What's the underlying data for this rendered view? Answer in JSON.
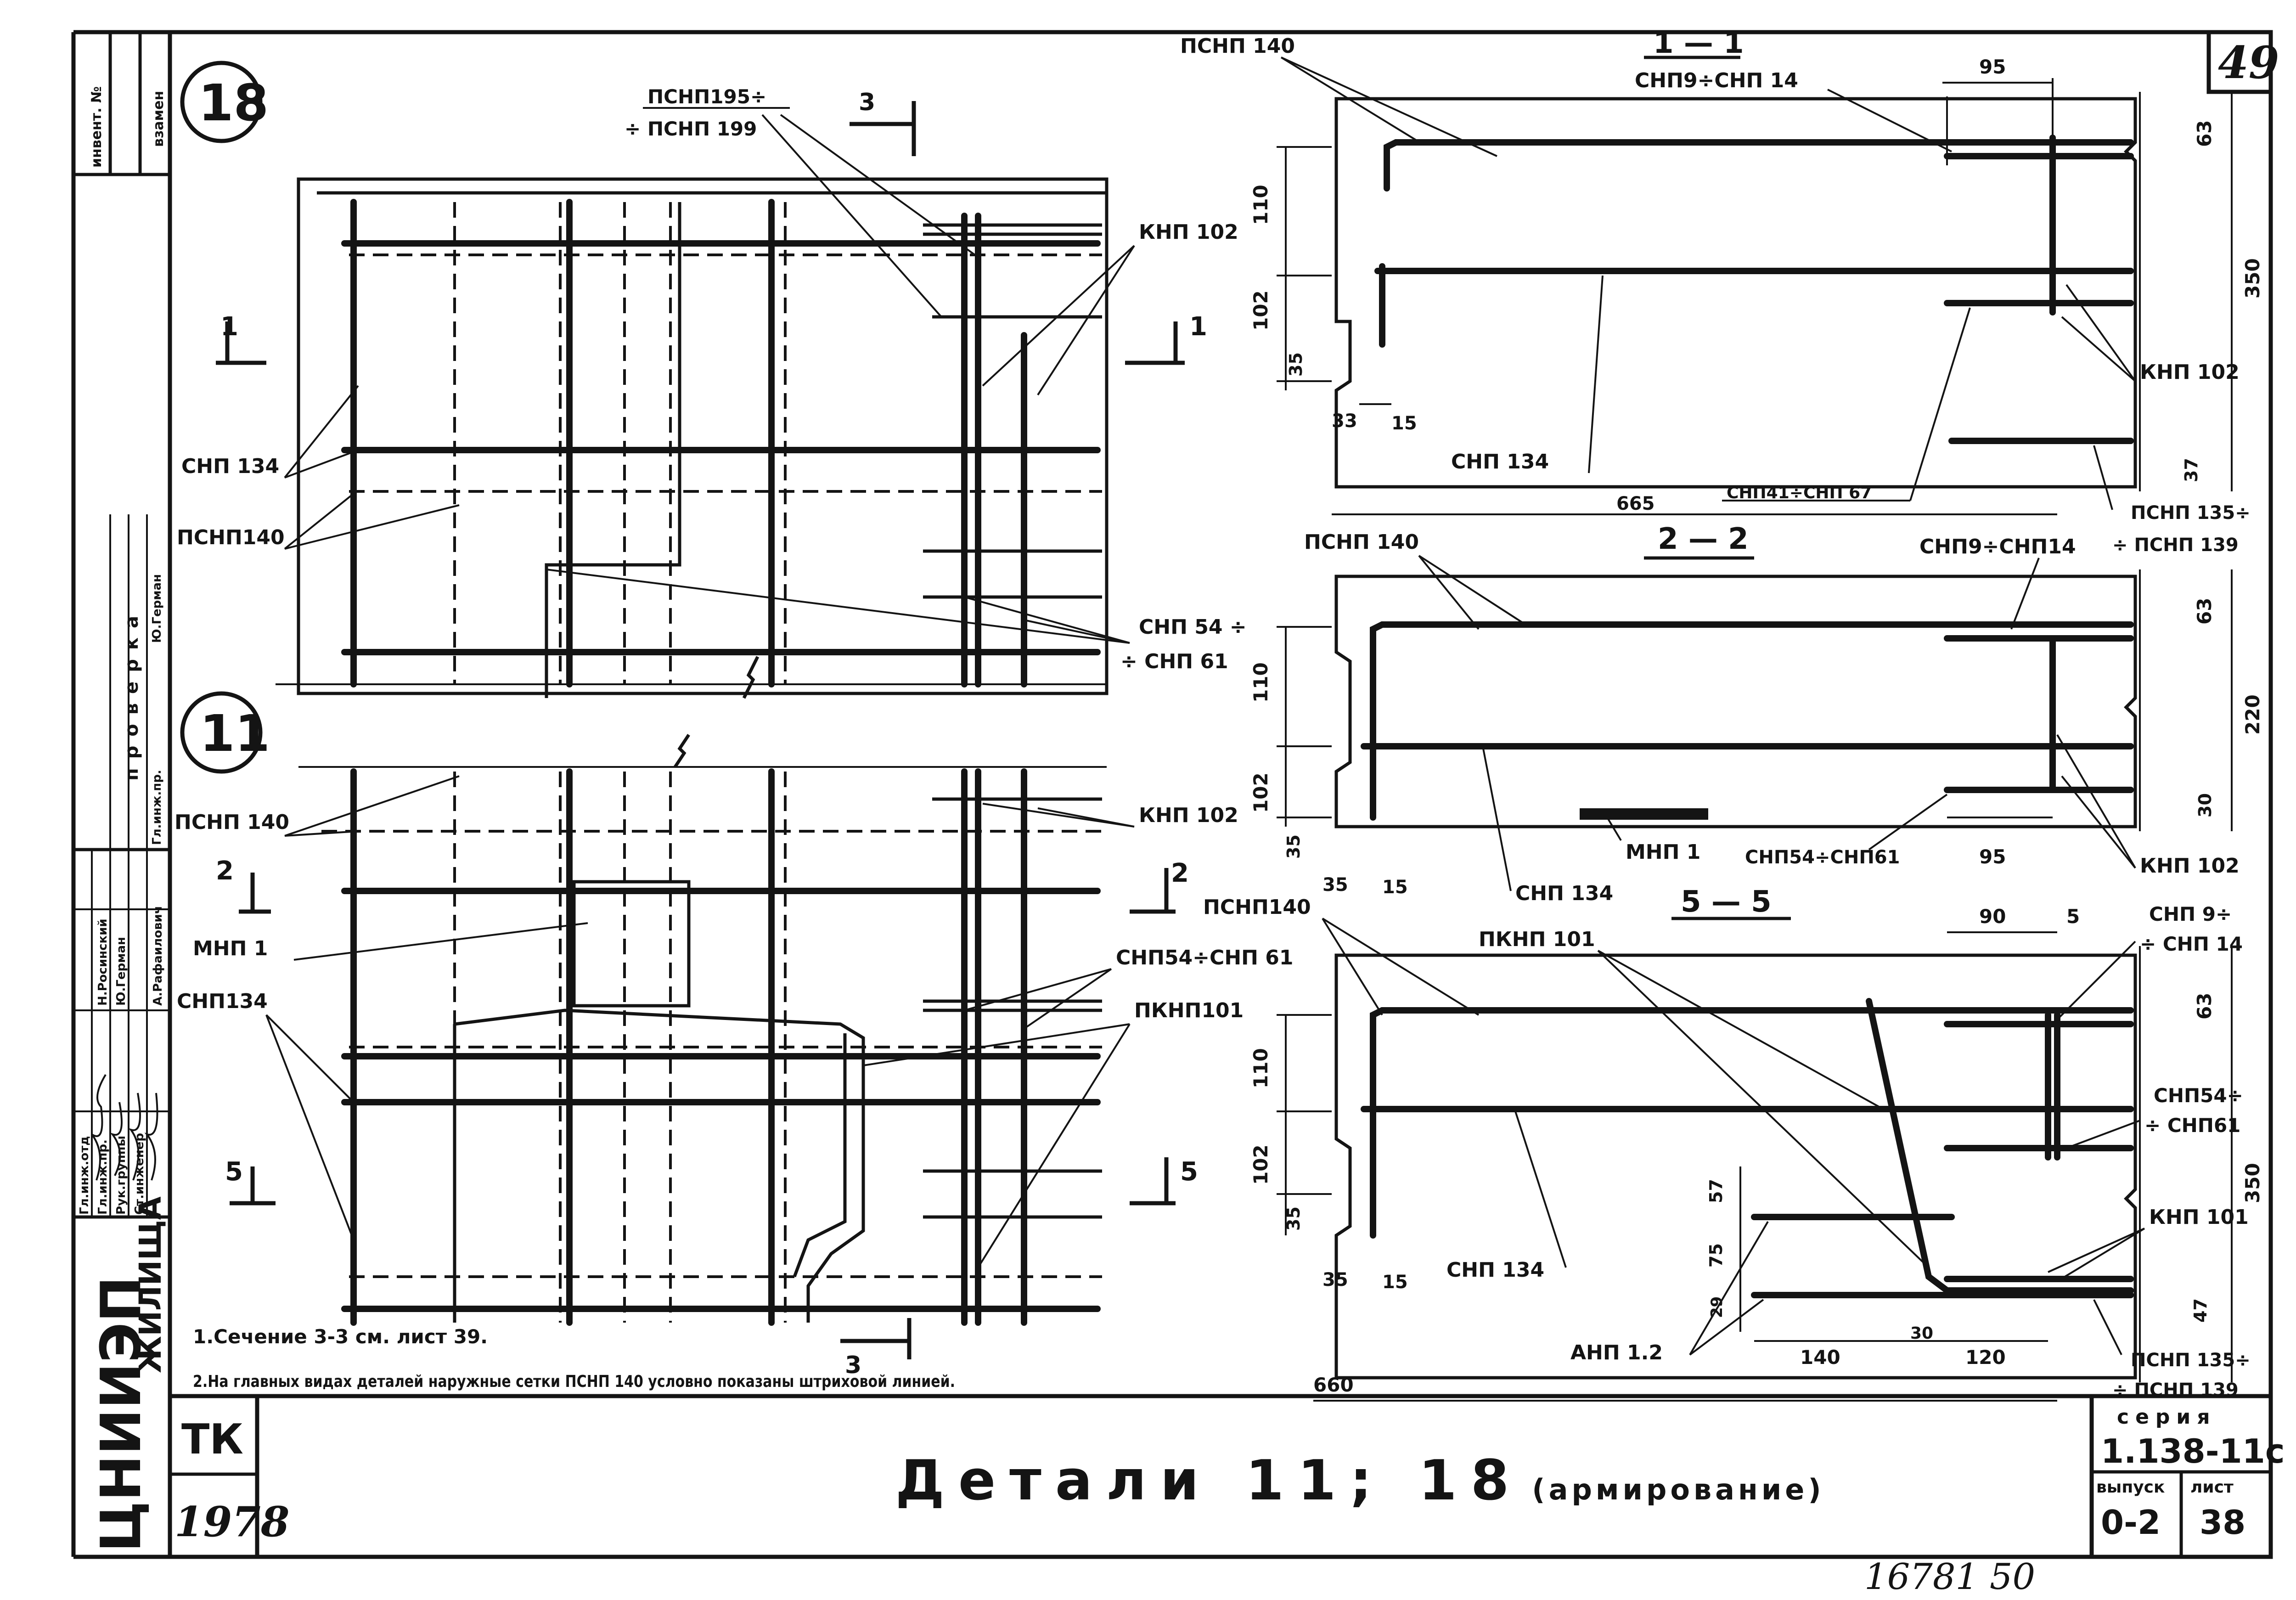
{
  "sheet_number": "49",
  "sheet_footer": "16781  50",
  "title_block": {
    "org": "ЦНИИЭП",
    "org_sub": "ЖИЛИЩА",
    "code": "ТК",
    "year": "1978",
    "title_main": "Детали 11; 18",
    "title_sub": "(армирование)",
    "series_label": "серия",
    "series_value": "1.138-11с",
    "issue_label": "выпуск",
    "issue_value": "0-2",
    "list_label": "лист",
    "list_value": "38"
  },
  "side_stamp": {
    "col_inv": "инвент. №",
    "col_vzamen": "взамен",
    "check_header": "проверка",
    "roles": [
      "Гл.инж.отд",
      "Гл.инж.пр.",
      "Рук.группы",
      "Ст.инженер"
    ],
    "names": [
      "Н.Росинский",
      "Ю.Герман",
      "",
      "А.Рафаилович"
    ],
    "check_roles": [
      "Гл.инж.пр."
    ],
    "check_names": [
      "Ю.Герман"
    ]
  },
  "details": {
    "d18": "18",
    "d11": "11"
  },
  "notes": [
    "1.Сечение 3-3 см. лист 39.",
    "2.На главных видах деталей наружные сетки ПСНП 140 условно показаны штриховой линией."
  ],
  "labels_left": {
    "psnp195": "ПСНП195÷",
    "psnp199": "÷ ПСНП 199",
    "sec3_top": "3",
    "sec3_bot": "3",
    "knp102_a": "КНП 102",
    "sec1_a": "1",
    "sec1_b": "1",
    "snp134_a": "СНП 134",
    "psnp140_a": "ПСНП140",
    "snp54_a": "СНП 54 ÷",
    "snp61_a": "÷ СНП 61",
    "psnp140_b": "ПСНП 140",
    "knp102_b": "КНП 102",
    "sec2_a": "2",
    "sec2_b": "2",
    "mnp1_a": "МНП 1",
    "snp54_b": "СНП54÷СНП 61",
    "snp134_b": "СНП134",
    "pknp101_a": "ПКНП101",
    "sec5_a": "5",
    "sec5_b": "5"
  },
  "section_1_1": {
    "title": "1 — 1",
    "psnp140": "ПСНП 140",
    "snp9_14": "СНП9÷СНП 14",
    "snp134": "СНП 134",
    "snp41_67": "СНП41÷СНП 67",
    "knp102": "КНП 102",
    "psnp135": "ПСНП 135÷",
    "psnp139": "÷ ПСНП 139",
    "d95": "95",
    "d63": "63",
    "d350": "350",
    "d110": "110",
    "d102": "102",
    "d35": "35",
    "d33": "33",
    "d15": "15",
    "d665": "665",
    "d37": "37"
  },
  "section_2_2": {
    "title": "2 — 2",
    "psnp140": "ПСНП 140",
    "snp9_14": "СНП9÷СНП14",
    "snp134": "СНП 134",
    "mnp1": "МНП 1",
    "snp54_61": "СНП54÷СНП61",
    "knp102": "КНП 102",
    "d63": "63",
    "d220": "220",
    "d30": "30",
    "d95": "95",
    "d110": "110",
    "d102": "102",
    "d35": "35",
    "d35b": "35",
    "d15": "15"
  },
  "section_5_5": {
    "title": "5 — 5",
    "psnp140": "ПСНП140",
    "pknp101": "ПКНП 101",
    "snp9": "СНП 9÷",
    "snp14": "÷ СНП 14",
    "snp54": "СНП54÷",
    "snp61": "÷ СНП61",
    "knp101": "КНП 101",
    "snp134": "СНП 134",
    "anp12": "АНП 1.2",
    "psnp135": "ПСНП 135÷",
    "psnp139": "÷ ПСНП 139",
    "d90": "90",
    "d5": "5",
    "d63": "63",
    "d350": "350",
    "d110": "110",
    "d102": "102",
    "d35": "35",
    "d35b": "35",
    "d15": "15",
    "d57": "57",
    "d75": "75",
    "d29": "29",
    "d47": "47",
    "d140": "140",
    "d30": "30",
    "d120": "120",
    "d660": "660"
  }
}
